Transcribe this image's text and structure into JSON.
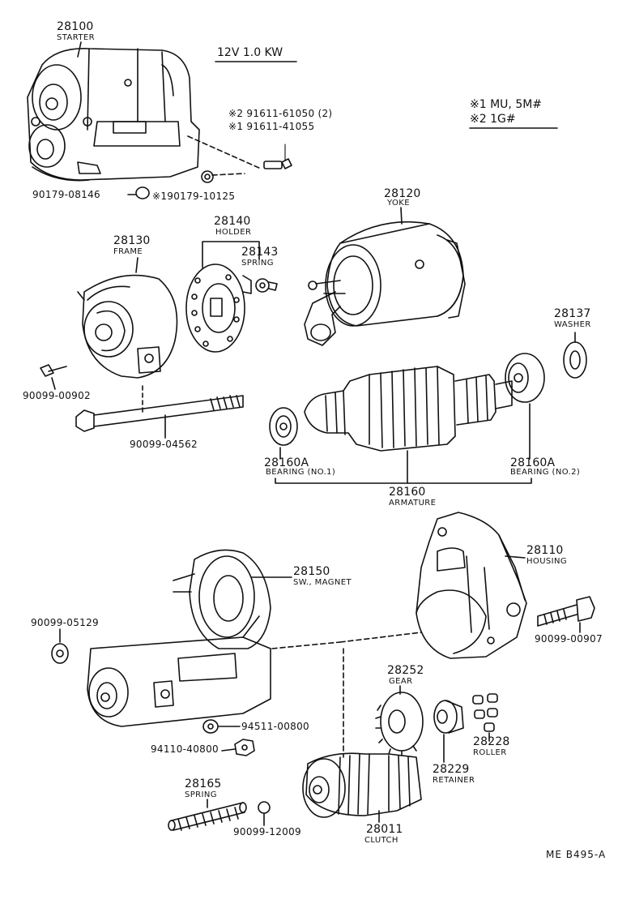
{
  "header": {
    "spec": "12V 1.0 KW"
  },
  "legend": {
    "note1": "※1 MU, 5M#",
    "note2": "※2 1G#"
  },
  "callouts": {
    "starter_num": "28100",
    "starter_name": "STARTER",
    "bolt_n2": "※2 91611-61050 (2)",
    "bolt_n1": "※1 91611-41055",
    "nut_a": "90179-08146",
    "nut_b": "※190179-10125",
    "yoke_num": "28120",
    "yoke_name": "YOKE",
    "holder_num": "28140",
    "holder_name": "HOLDER",
    "spring_num": "28143",
    "spring_name": "SPRING",
    "frame_num": "28130",
    "frame_name": "FRAME",
    "screw_a": "90099-00902",
    "thru_bolt": "90099-04562",
    "washer_num": "28137",
    "washer_name": "WASHER",
    "bearing1_num": "28160A",
    "bearing1_name": "BEARING (NO.1)",
    "bearing2_num": "28160A",
    "bearing2_name": "BEARING (NO.2)",
    "armature_num": "28160",
    "armature_name": "ARMATURE",
    "housing_num": "28110",
    "housing_name": "HOUSING",
    "magnet_num": "28150",
    "magnet_name": "SW., MAGNET",
    "nut_c": "90099-05129",
    "bolt_d": "90099-00907",
    "gear_num": "28252",
    "gear_name": "GEAR",
    "washer_e": "94511-00800",
    "nut_f": "94110-40800",
    "retainer_num": "28229",
    "retainer_name": "RETAINER",
    "roller_num": "28228",
    "roller_name": "ROLLER",
    "spring2_num": "28165",
    "spring2_name": "SPRING",
    "ball": "90099-12009",
    "clutch_num": "28011",
    "clutch_name": "CLUTCH"
  },
  "footer": {
    "ref": "ME  B495-A"
  }
}
